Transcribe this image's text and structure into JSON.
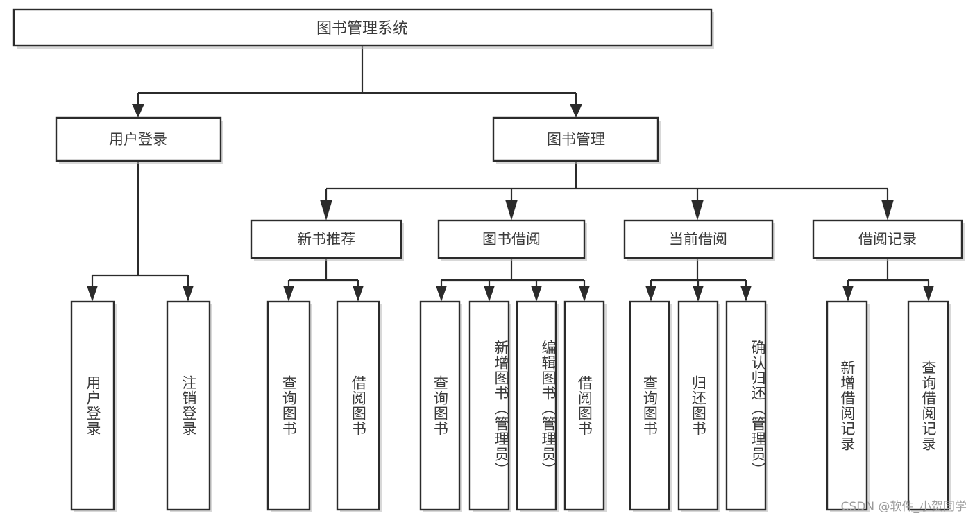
{
  "diagram": {
    "title": "图书管理系统",
    "type": "tree",
    "root": {
      "label": "图书管理系统",
      "orientation": "horizontal"
    },
    "level2": [
      {
        "label": "用户登录",
        "orientation": "horizontal"
      },
      {
        "label": "图书管理",
        "orientation": "horizontal"
      }
    ],
    "level3": [
      {
        "label": "新书推荐",
        "orientation": "horizontal"
      },
      {
        "label": "图书借阅",
        "orientation": "horizontal"
      },
      {
        "label": "当前借阅",
        "orientation": "horizontal"
      },
      {
        "label": "借阅记录",
        "orientation": "horizontal"
      }
    ],
    "leaves": {
      "user_login": [
        {
          "label": "用户登录",
          "orientation": "vertical"
        },
        {
          "label": "注销登录",
          "orientation": "vertical"
        }
      ],
      "new_book_recommend": [
        {
          "label": "查询图书",
          "orientation": "vertical"
        },
        {
          "label": "借阅图书",
          "orientation": "vertical"
        }
      ],
      "book_borrow": [
        {
          "label": "查询图书",
          "orientation": "vertical"
        },
        {
          "label": "新增图书（管理员）",
          "orientation": "vertical"
        },
        {
          "label": "编辑图书（管理员）",
          "orientation": "vertical"
        },
        {
          "label": "借阅图书",
          "orientation": "vertical"
        }
      ],
      "current_borrow": [
        {
          "label": "查询图书",
          "orientation": "vertical"
        },
        {
          "label": "归还图书",
          "orientation": "vertical"
        },
        {
          "label": "确认归还（管理员）",
          "orientation": "vertical"
        }
      ],
      "borrow_record": [
        {
          "label": "新增借阅记录",
          "orientation": "vertical"
        },
        {
          "label": "查询借阅记录",
          "orientation": "vertical"
        }
      ]
    },
    "colors": {
      "box_stroke": "#2b2b2b",
      "box_fill": "#ffffff",
      "text": "#3a3a3a",
      "connector": "#2b2b2b",
      "shadow": "#b8b8b8",
      "watermark": "#9b9b9b",
      "background": "#ffffff"
    }
  },
  "watermark": {
    "text": "CSDN @软件_小贺同学"
  }
}
